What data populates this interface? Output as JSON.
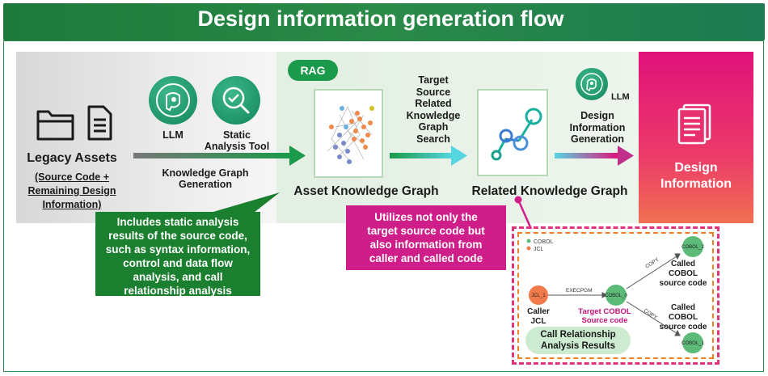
{
  "header": {
    "title": "Design information generation flow"
  },
  "legacy": {
    "title": "Legacy Assets",
    "sub_line1": "(Source Code +",
    "sub_line2": "Remaining Design",
    "sub_line3": "Information)"
  },
  "tools": {
    "llm_label": "LLM",
    "static_line1": "Static",
    "static_line2": "Analysis Tool",
    "kg_gen_line1": "Knowledge Graph",
    "kg_gen_line2": "Generation"
  },
  "rag": {
    "badge": "RAG",
    "asset_graph_label": "Asset Knowledge Graph",
    "search_lines": [
      "Target",
      "Source",
      "Related",
      "Knowledge",
      "Graph",
      "Search"
    ],
    "related_graph_label": "Related Knowledge Graph"
  },
  "design_gen": {
    "llm_label": "LLM",
    "line1": "Design",
    "line2": "Information",
    "line3": "Generation"
  },
  "design_info": {
    "line1": "Design",
    "line2": "Information"
  },
  "green_callout": {
    "lines": [
      "Includes static analysis",
      "results of the source code,",
      "such as syntax information,",
      "control and data flow",
      "analysis, and call",
      "relationship analysis"
    ]
  },
  "magenta_callout": {
    "lines": [
      "Utilizes not only the",
      "target source code but",
      "also information from",
      "caller and called code"
    ]
  },
  "call_graph": {
    "legend": [
      "COBOL",
      "JCL"
    ],
    "nodes": {
      "jcl1": "JCL_1",
      "cobol0": "COBOL_0",
      "cobol2": "COBOL_2",
      "cobol1": "COBOL_1"
    },
    "edges": {
      "execpgm": "EXECPGM",
      "copy_up": "COPY",
      "copy_down": "COPY"
    },
    "labels": {
      "caller_line1": "Caller",
      "caller_line2": "JCL",
      "target_line1": "Target COBOL",
      "target_line2": "Source code",
      "called_top": [
        "Called",
        "COBOL",
        "source code"
      ],
      "called_bottom": [
        "Called",
        "COBOL",
        "source code"
      ]
    },
    "pill_line1": "Call Relationship",
    "pill_line2": "Analysis Results"
  },
  "colors": {
    "header_green": "#1e7a3a",
    "rag_green": "#1a9a4a",
    "callout_green": "#1a7f2e",
    "magenta": "#cf1d8a",
    "cobol_node": "#5dbb7a",
    "jcl_node": "#f07a4a",
    "orange_dash": "#f08020"
  }
}
